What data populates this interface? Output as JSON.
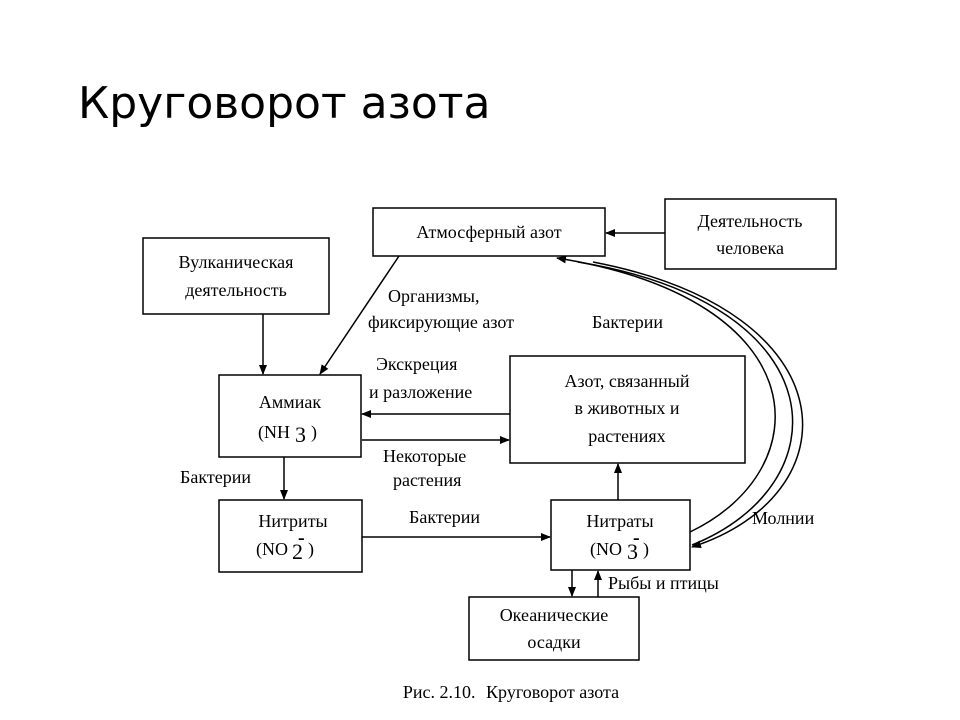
{
  "title": "Круговорот азота",
  "nodes": {
    "atmospheric": {
      "lines": [
        "Атмосферный азот"
      ]
    },
    "human": {
      "lines": [
        "Деятельность",
        "человека"
      ]
    },
    "volcanic": {
      "lines": [
        "Вулканическая",
        "деятельность"
      ]
    },
    "ammonia": {
      "lines": [
        "Аммиак",
        "(NH",
        "3",
        ")"
      ]
    },
    "bound": {
      "lines": [
        "Азот, связанный",
        "в животных и",
        "растениях"
      ]
    },
    "nitrites": {
      "lines": [
        "Нитриты",
        "(NO",
        "2",
        "-",
        ")"
      ]
    },
    "nitrates": {
      "lines": [
        "Нитраты",
        "(NO",
        "3",
        "-",
        ")"
      ]
    },
    "ocean": {
      "lines": [
        "Океанические",
        "осадки"
      ]
    }
  },
  "edge_labels": {
    "fixing": [
      "Организмы,",
      "фиксирующие азот"
    ],
    "bacteria_top": "Бактерии",
    "excretion": [
      "Экскреция",
      "и разложение"
    ],
    "some_plants": [
      "Некоторые",
      "растения"
    ],
    "bacteria_left": "Бактерии",
    "bacteria_mid": "Бактерии",
    "lightning": "Молнии",
    "fish_birds": "Рыбы и птицы"
  },
  "caption": "Рис. 2.10.",
  "caption_title": "Круговорот азота"
}
